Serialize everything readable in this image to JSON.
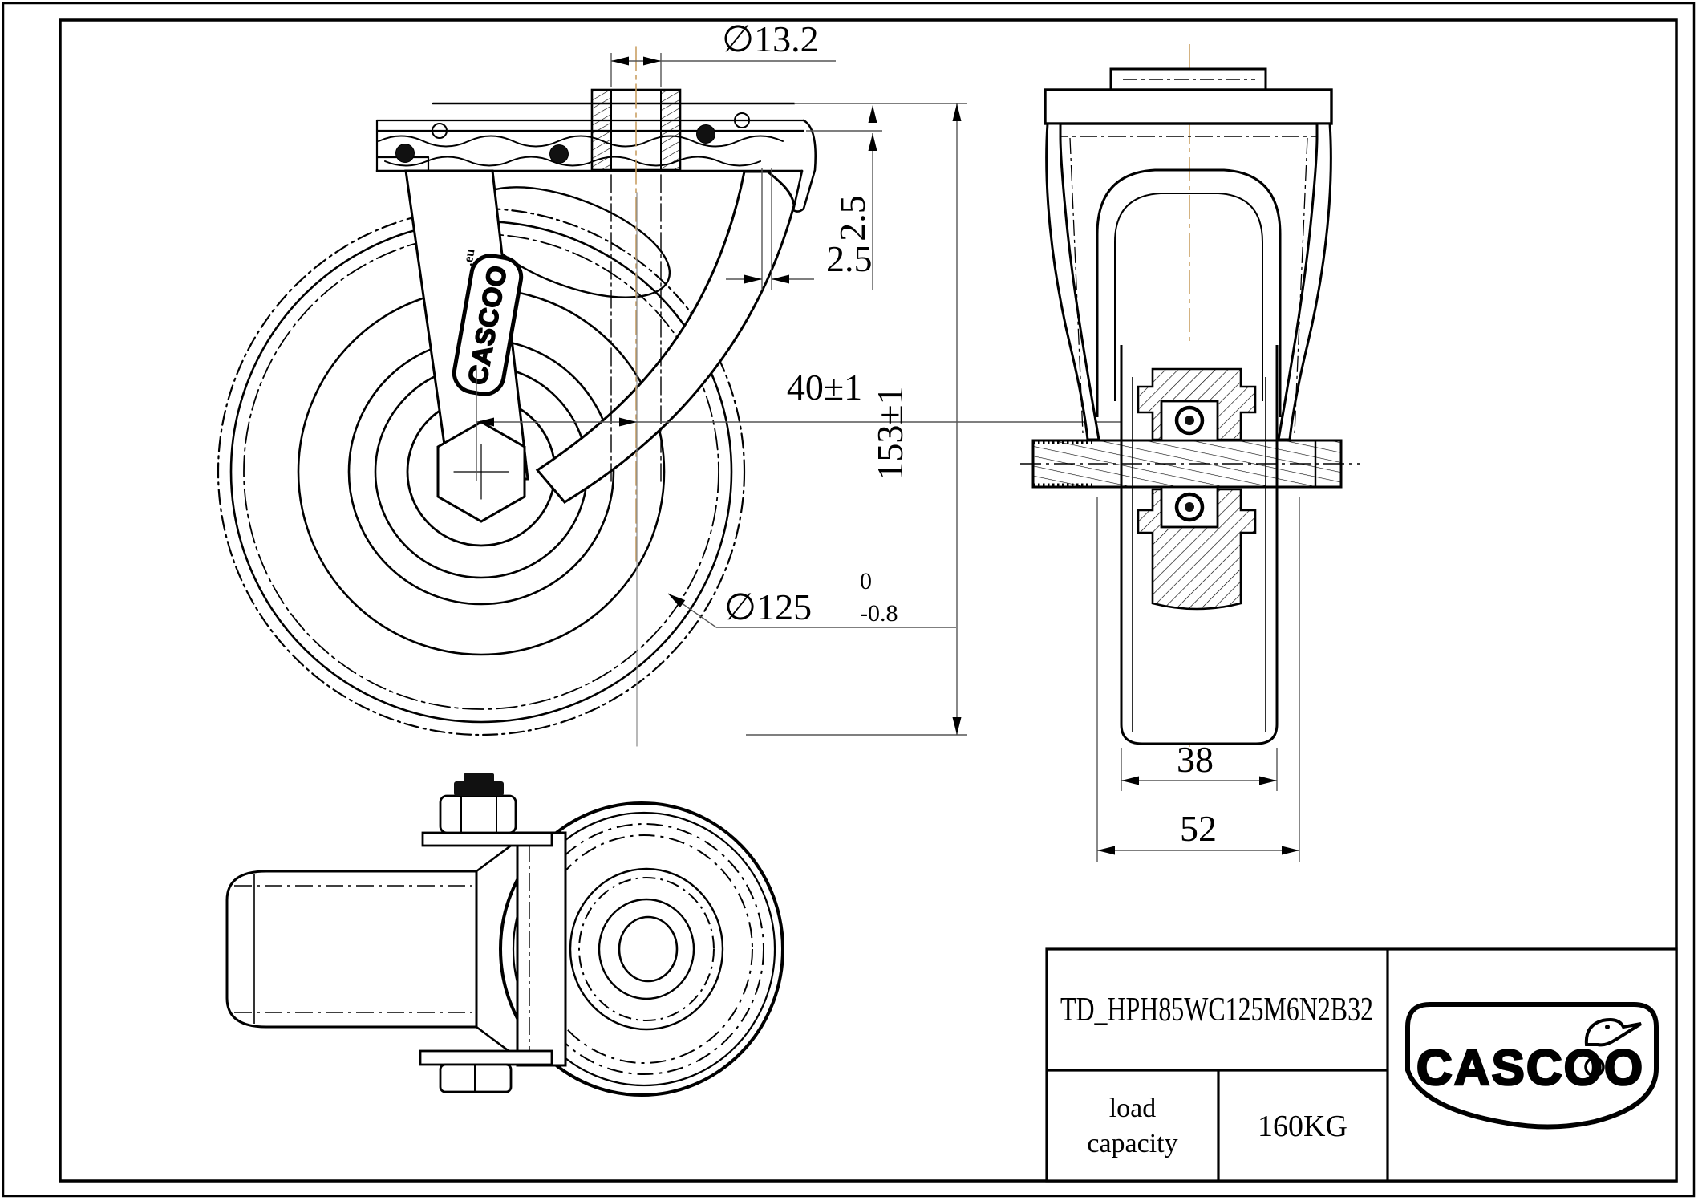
{
  "drawing": {
    "dimensions": {
      "stem_bore_diameter": "∅13.2",
      "plate_thickness": "2.5",
      "stem_offset": "2.5",
      "swivel_radius": "40±1",
      "overall_height": "153±1",
      "wheel_diameter": "∅125",
      "wheel_diameter_tol_upper": "0",
      "wheel_diameter_tol_lower": "-0.8",
      "tread_width": "38",
      "hub_width": "52"
    },
    "title_block": {
      "part_number": "TD_HPH85WC125M6N2B32",
      "load_capacity_label_line1": "load",
      "load_capacity_label_line2": "capacity",
      "load_capacity_value": "160KG",
      "brand_logo": "CASCOO"
    },
    "fork_badge": {
      "brand": "CASCOO",
      "suffix": ".eu"
    },
    "colors": {
      "line": "#000000",
      "centerline": "#c9a063",
      "dimension": "#555555",
      "background": "#ffffff"
    }
  }
}
